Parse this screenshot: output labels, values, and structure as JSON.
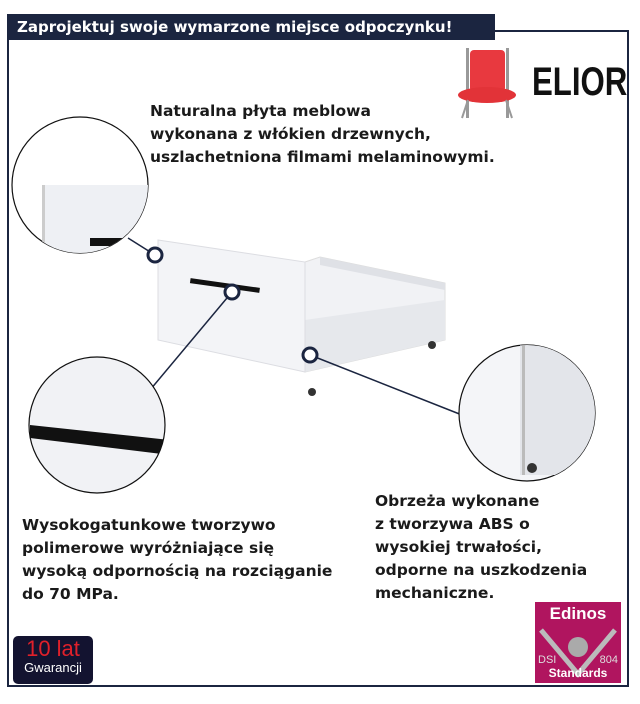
{
  "header": {
    "title": "Zaprojektuj swoje wymarzone miejsce odpoczynku!"
  },
  "brand": {
    "name": "ELIOR",
    "icon": "red-chair-icon"
  },
  "callouts": {
    "board": "Naturalna płyta meblowa\nwykonana z włókien drzewnych,\nuszlachetniona filmami melaminowymi.",
    "handle": "Wysokogatunkowe tworzywo\npolimerowe wyróżniające się\nwysoką odpornością na rozciąganie\ndo 70 MPa.",
    "edge": "Obrzeża wykonane\nz tworzywa ABS o\nwysokiej trwałości,\nodporne na uszkodzenia\nmechaniczne."
  },
  "badges": {
    "warranty_years": "10 lat",
    "warranty_label": "Gwarancji",
    "edinos_title": "Edinos",
    "edinos_left": "DSI",
    "edinos_right": "804",
    "edinos_bottom": "Standards"
  },
  "colors": {
    "navy": "#1b2540",
    "edinos": "#b0155f",
    "chair": "#e8393f"
  }
}
